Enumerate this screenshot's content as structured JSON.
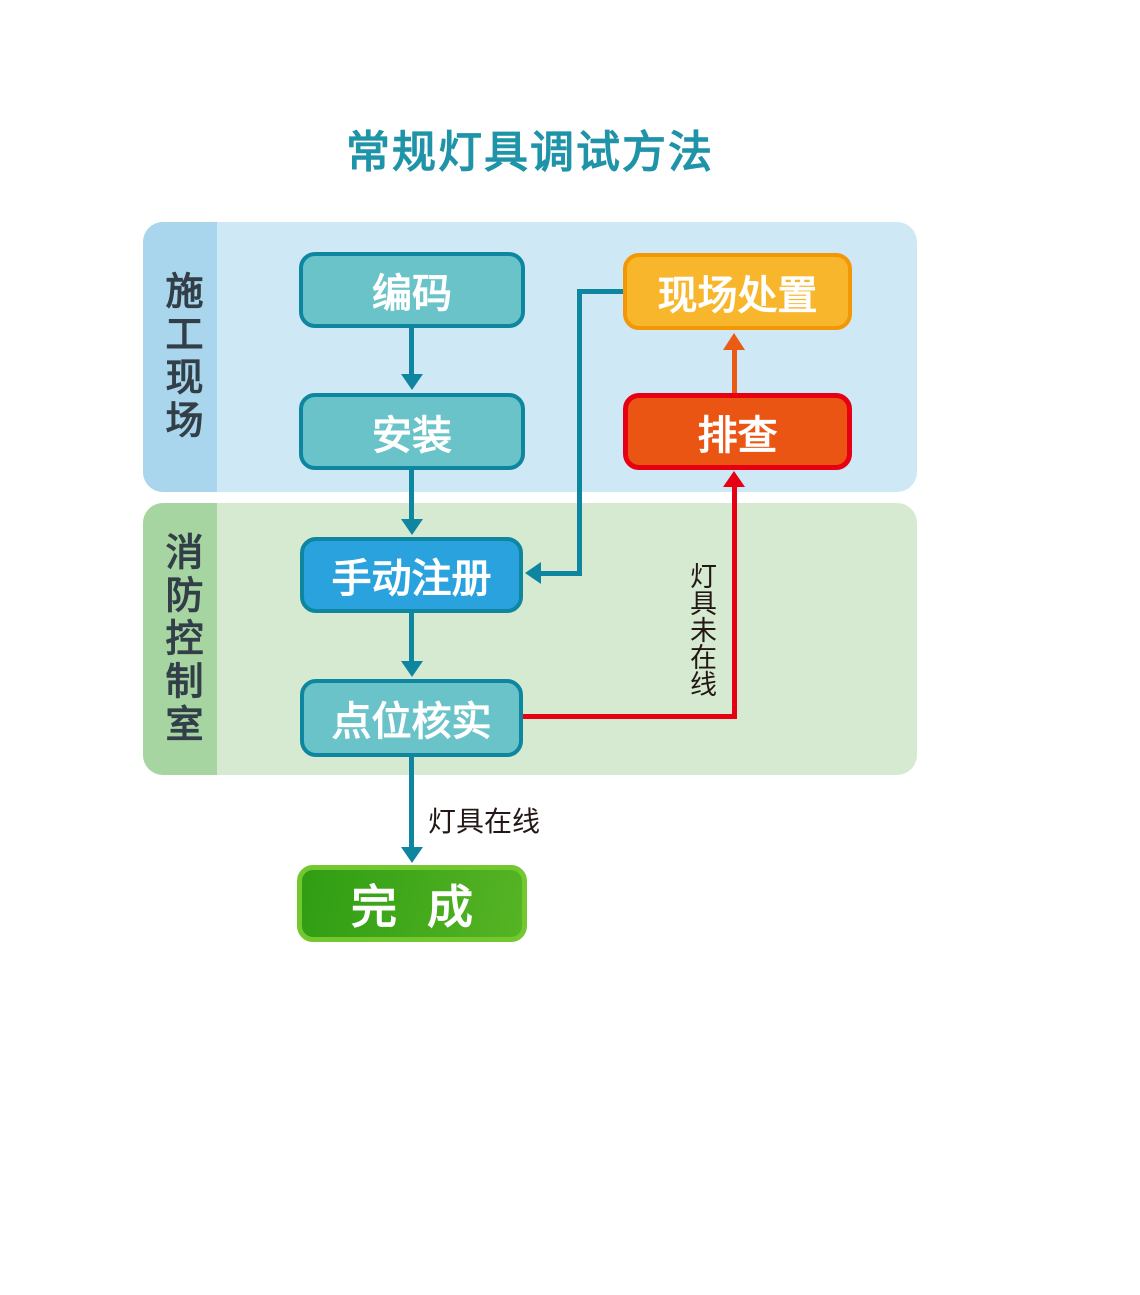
{
  "title": {
    "text": "常规灯具调试方法",
    "color": "#1f93a8"
  },
  "lanes": {
    "site": {
      "label": "施工现场",
      "bg": "#cfe8f6",
      "label_bg": "#a9d6ec"
    },
    "control": {
      "label": "消防控制室",
      "bg": "#d6ead2",
      "label_bg": "#a6d5a1"
    }
  },
  "nodes": {
    "encode": {
      "label": "编码",
      "fill": "#69c3c9",
      "border": "#0e86a0",
      "lane": "施工现场"
    },
    "install": {
      "label": "安装",
      "fill": "#69c3c9",
      "border": "#0e86a0",
      "lane": "施工现场"
    },
    "onsite": {
      "label": "现场处置",
      "fill": "#f8b62d",
      "border": "#f39705",
      "lane": "施工现场"
    },
    "troubleshoot": {
      "label": "排查",
      "fill": "#ea5514",
      "border": "#e60012",
      "lane": "施工现场"
    },
    "register": {
      "label": "手动注册",
      "fill": "#29a2dd",
      "border": "#0e86a0",
      "lane": "消防控制室"
    },
    "verify": {
      "label": "点位核实",
      "fill": "#69c3c9",
      "border": "#0e86a0",
      "lane": "消防控制室"
    },
    "done": {
      "label": "完成",
      "fill_gradient": [
        "#2f9d13",
        "#56b424"
      ],
      "border": "#74c82f",
      "lane": ""
    }
  },
  "edges": [
    {
      "from": "编码",
      "to": "安装",
      "color": "#0e86a0",
      "label": ""
    },
    {
      "from": "安装",
      "to": "手动注册",
      "color": "#0e86a0",
      "label": ""
    },
    {
      "from": "手动注册",
      "to": "点位核实",
      "color": "#0e86a0",
      "label": ""
    },
    {
      "from": "点位核实",
      "to": "排查",
      "color": "#e60012",
      "label": "灯具未在线"
    },
    {
      "from": "排查",
      "to": "现场处置",
      "color": "#ea5b16",
      "label": ""
    },
    {
      "from": "现场处置",
      "to": "手动注册",
      "color": "#0e86a0",
      "label": ""
    },
    {
      "from": "点位核实",
      "to": "完成",
      "color": "#0e86a0",
      "label": "灯具在线"
    }
  ],
  "edge_labels": {
    "offline": "灯具未在线",
    "online": "灯具在线"
  },
  "colors": {
    "teal_arrow": "#0e86a0",
    "red_arrow": "#e60012",
    "orange_arrow": "#ea5b16",
    "lane_label_text": "#323e48",
    "edge_label_text": "#231815",
    "node_text": "#ffffff"
  }
}
